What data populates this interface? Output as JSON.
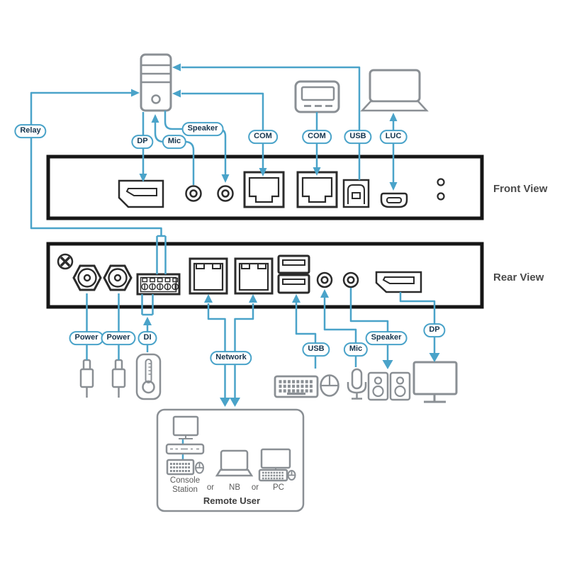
{
  "colors": {
    "line_blue": "#4AA3C9",
    "panel_border": "#161616",
    "port_stroke": "#2b2b2b",
    "device_gray": "#8a8f94",
    "pill_text": "#14344e",
    "view_label_gray": "#4a4a4a",
    "remote_text_gray": "#5a5a5a"
  },
  "panels": {
    "front_label": "Front View",
    "rear_label": "Rear View"
  },
  "pills": {
    "relay": "Relay",
    "dp_front": "DP",
    "mic_front": "Mic",
    "speaker_front": "Speaker",
    "com1": "COM",
    "com2": "COM",
    "usb_front": "USB",
    "luc": "LUC",
    "power1": "Power",
    "power2": "Power",
    "di": "DI",
    "network": "Network",
    "usb_rear": "USB",
    "mic_rear": "Mic",
    "speaker_rear": "Speaker",
    "dp_rear": "DP"
  },
  "remote_user": {
    "console_station": "Console Station",
    "or1": "or",
    "nb": "NB",
    "or2": "or",
    "pc": "PC",
    "title": "Remote User"
  }
}
